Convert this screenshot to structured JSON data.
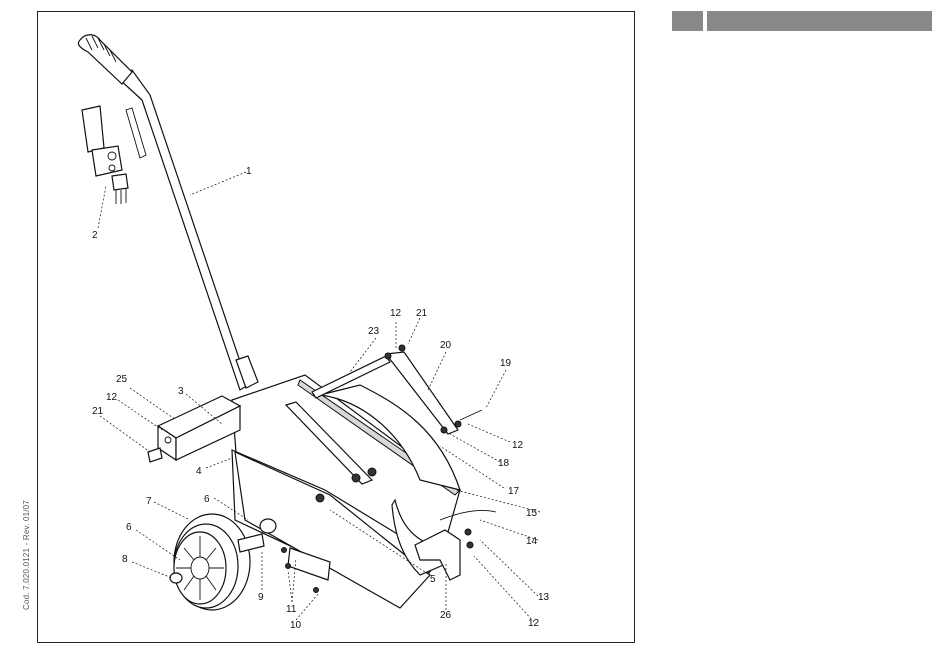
{
  "document": {
    "side_code": "Cod. 7.020.0121 - Rev. 01/07"
  },
  "labels": [
    {
      "id": "p1",
      "text": "1"
    },
    {
      "id": "p2",
      "text": "2"
    },
    {
      "id": "p3",
      "text": "3"
    },
    {
      "id": "p4",
      "text": "4"
    },
    {
      "id": "p5",
      "text": "5"
    },
    {
      "id": "p6a",
      "text": "6"
    },
    {
      "id": "p6b",
      "text": "6"
    },
    {
      "id": "p7",
      "text": "7"
    },
    {
      "id": "p8",
      "text": "8"
    },
    {
      "id": "p9",
      "text": "9"
    },
    {
      "id": "p10",
      "text": "10"
    },
    {
      "id": "p11",
      "text": "11"
    },
    {
      "id": "p12a",
      "text": "12"
    },
    {
      "id": "p12b",
      "text": "12"
    },
    {
      "id": "p12c",
      "text": "12"
    },
    {
      "id": "p12d",
      "text": "12"
    },
    {
      "id": "p13",
      "text": "13"
    },
    {
      "id": "p14",
      "text": "14"
    },
    {
      "id": "p15",
      "text": "15"
    },
    {
      "id": "p17",
      "text": "17"
    },
    {
      "id": "p18",
      "text": "18"
    },
    {
      "id": "p19",
      "text": "19"
    },
    {
      "id": "p20",
      "text": "20"
    },
    {
      "id": "p21a",
      "text": "21"
    },
    {
      "id": "p21b",
      "text": "21"
    },
    {
      "id": "p23",
      "text": "23"
    },
    {
      "id": "p25",
      "text": "25"
    },
    {
      "id": "p26",
      "text": "26"
    }
  ],
  "header_bar": {
    "color": "#888888"
  }
}
